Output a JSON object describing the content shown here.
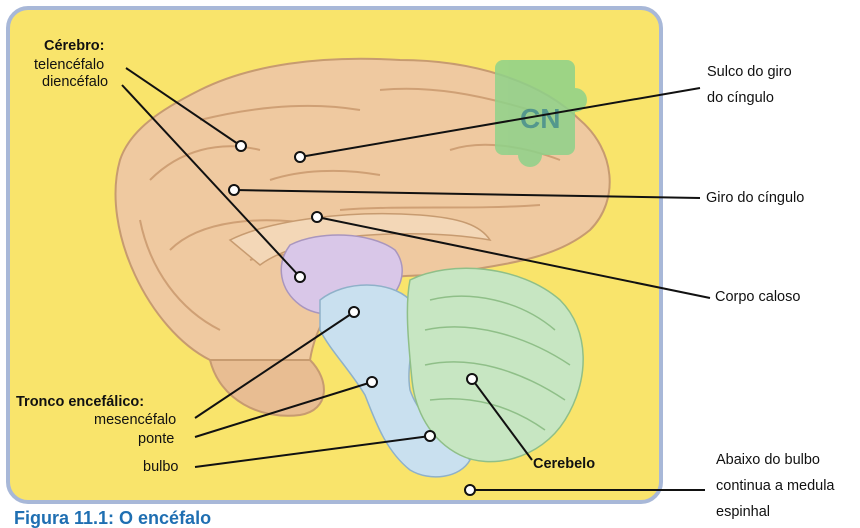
{
  "figure_caption": "Figura 11.1: O encéfalo",
  "watermark": "CN",
  "labels": {
    "cerebro_title": "Cérebro:",
    "telencefalo": "telencéfalo",
    "diencefalo": "diencéfalo",
    "tronco_title": "Tronco encefálico:",
    "mesencefalo": "mesencéfalo",
    "ponte": "ponte",
    "bulbo": "bulbo",
    "cerebelo": "Cerebelo",
    "sulco_line1": "Sulco do giro",
    "sulco_line2": "do cíngulo",
    "giro_cingulo": "Giro do cíngulo",
    "corpo_caloso": "Corpo caloso",
    "abaixo_line1": "Abaixo do bulbo",
    "abaixo_line2": "continua a medula",
    "abaixo_line3": "espinhal"
  },
  "colors": {
    "background_panel": "#f9e46b",
    "panel_border": "#a8b8d8",
    "cerebrum": "#efc9a0",
    "diencephalon": "#d9c7e8",
    "brainstem": "#c9e0ef",
    "cerebellum": "#c7e6c2",
    "caption": "#1f6fb2"
  }
}
